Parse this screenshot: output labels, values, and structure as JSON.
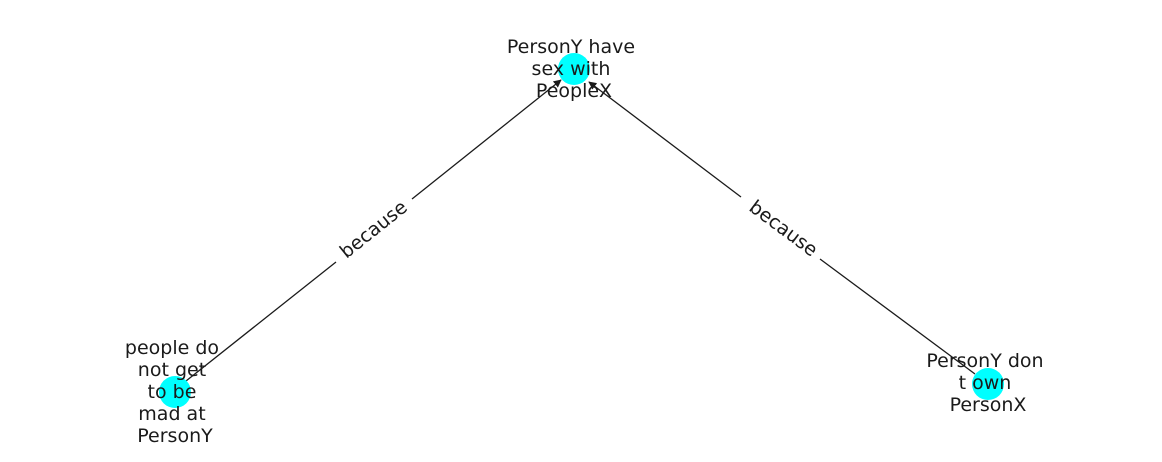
{
  "colors": {
    "node_fill": "#00ffff",
    "edge_stroke": "#1a1a1a",
    "label_text": "#1a1a1a",
    "background": "#ffffff"
  },
  "nodes": [
    {
      "id": "top",
      "lines": [
        "PersonY have",
        "sex with",
        "PeopleX"
      ]
    },
    {
      "id": "left",
      "lines": [
        "people do",
        "not get",
        "to be",
        "mad at",
        "PersonY"
      ]
    },
    {
      "id": "right",
      "lines": [
        "PersonY don",
        "t own",
        "PersonX"
      ]
    }
  ],
  "edges": [
    {
      "from": "left",
      "to": "top",
      "label": "because"
    },
    {
      "from": "right",
      "to": "top",
      "label": "because"
    }
  ]
}
